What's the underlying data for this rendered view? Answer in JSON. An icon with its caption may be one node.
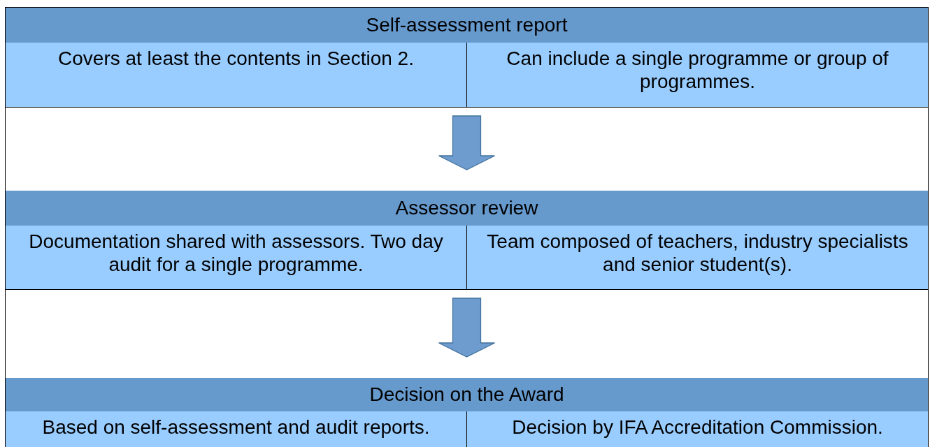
{
  "diagram": {
    "nodes": [
      {
        "text": [
          "Self-assessment report"
        ]
      },
      {
        "text": [
          "Covers at least the contents in Section 2."
        ],
        "in": 0
      },
      {
        "text": [
          "Can include a single programme or group of programmes."
        ],
        "in": 0
      },
      {
        "text": [
          "Assessor review"
        ]
      },
      {
        "text": [
          "Documentation shared with assessors. Two day audit for a single programme."
        ],
        "in": 3
      },
      {
        "text": [
          "Team composed of teachers, industry specialists and senior student(s)."
        ],
        "in": 3
      },
      {
        "text": [
          "Decision on the Award"
        ]
      },
      {
        "text": [
          "Based on self-assessment and audit reports."
        ],
        "in": 6
      },
      {
        "text": [
          "Decision by IFA Accreditation Commission."
        ],
        "in": 6
      }
    ],
    "edges": [
      {
        "from": 0,
        "to": 3,
        "arrow": "to"
      },
      {
        "from": 3,
        "to": 6,
        "arrow": "to"
      }
    ]
  }
}
